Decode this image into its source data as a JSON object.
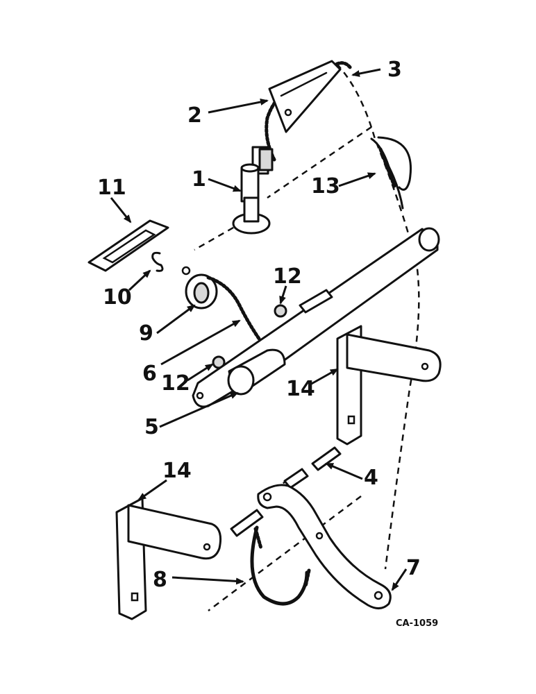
{
  "callouts": {
    "c1": "1",
    "c2": "2",
    "c3": "3",
    "c4": "4",
    "c5": "5",
    "c6": "6",
    "c7": "7",
    "c8": "8",
    "c9": "9",
    "c10": "10",
    "c11": "11",
    "c12a": "12",
    "c12b": "12",
    "c13": "13",
    "c14a": "14",
    "c14b": "14"
  },
  "drawing_code": "CA-1059"
}
